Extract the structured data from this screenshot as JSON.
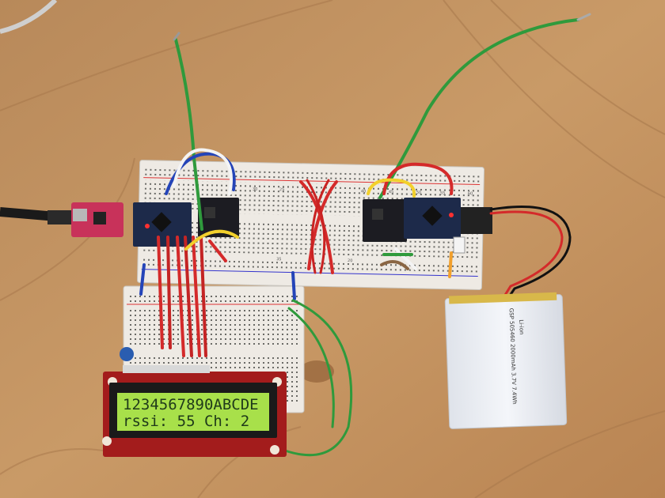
{
  "scene": {
    "lcd": {
      "line1": "1234567890ABCDE",
      "line2": "rssi: 55 Ch: 2",
      "backlight_color": "#a8e04a"
    },
    "battery": {
      "type_label": "Li-ion",
      "spec_label": "GSP 505460 2000mAh 3.7V 7.4Wh"
    },
    "breadboard": {
      "column_numbers": [
        "30",
        "25",
        "20",
        "35",
        "40",
        "45",
        "50",
        "55",
        "60"
      ]
    },
    "colors": {
      "wood": "#c3915f",
      "breadboard": "#eeeae4",
      "lcd_pcb": "#a31c1c",
      "arduino_pcb": "#1d2a4a",
      "wire_red": "#d42a2a",
      "wire_green": "#2f9a3c",
      "wire_blue": "#2444b8"
    }
  }
}
